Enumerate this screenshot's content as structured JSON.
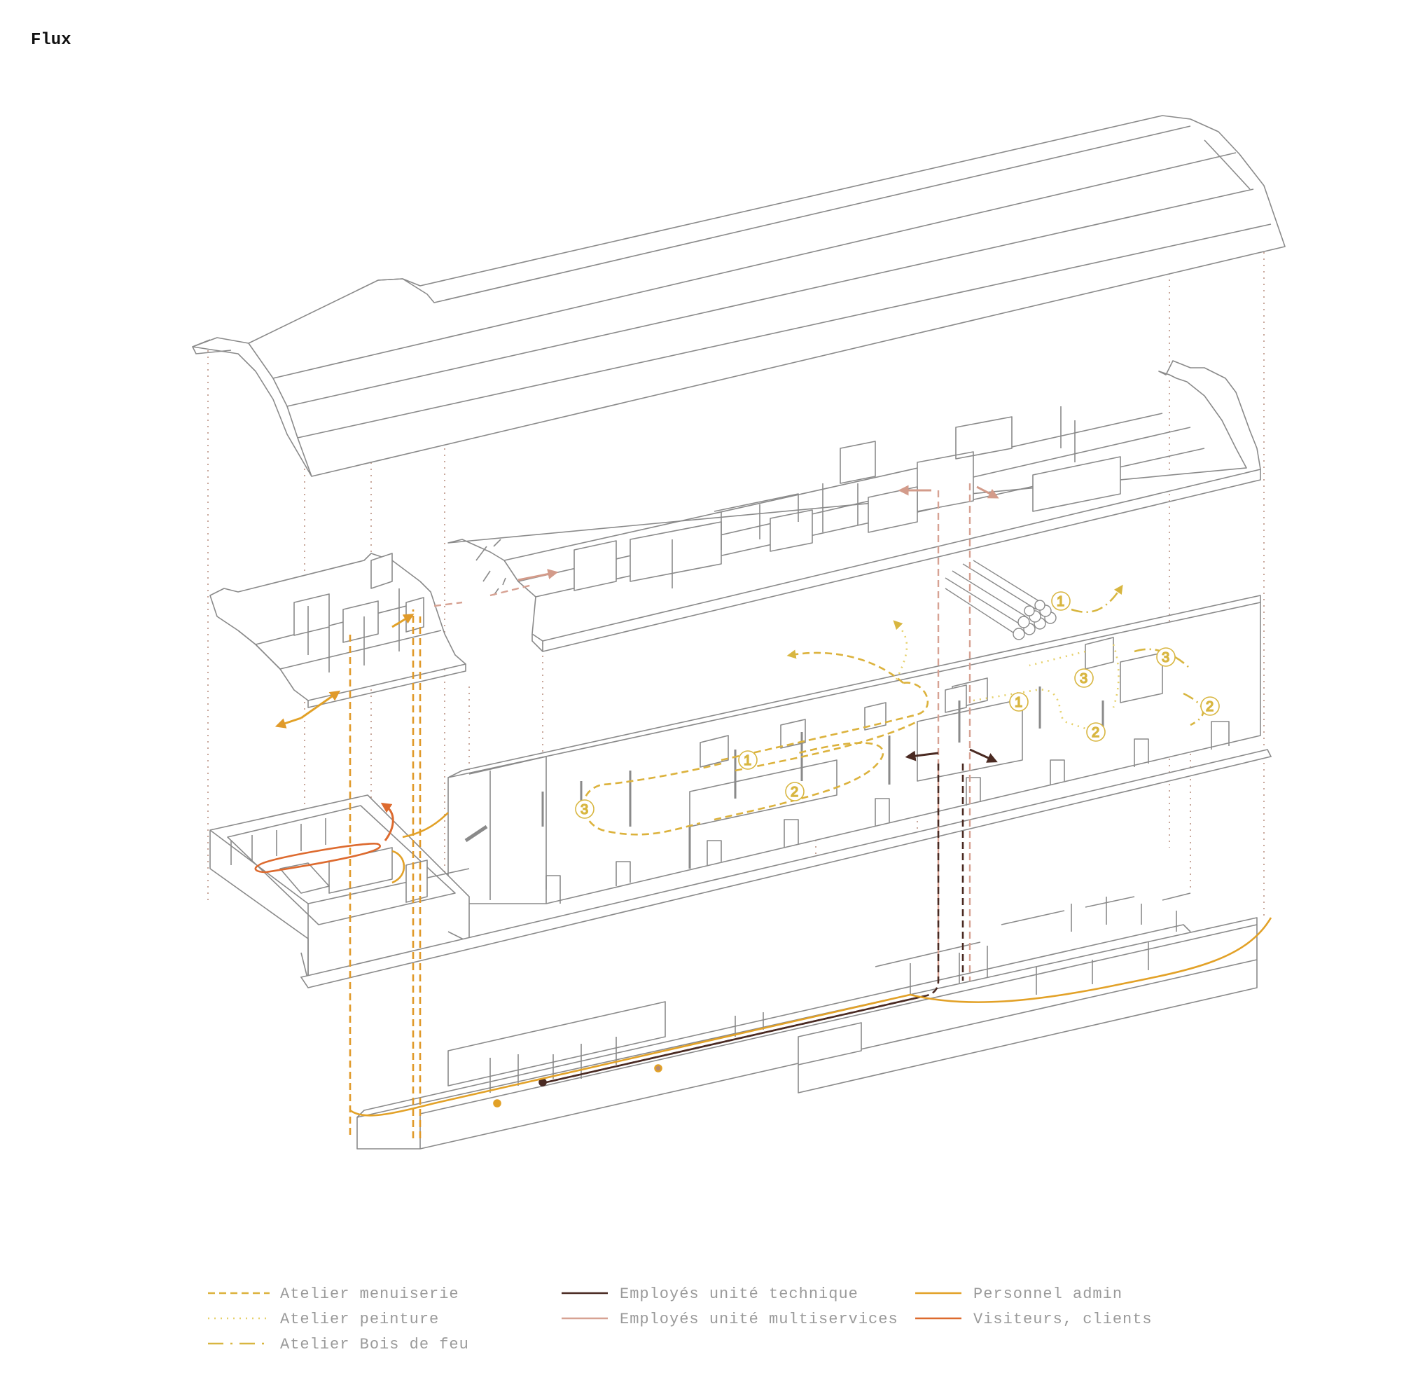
{
  "title": "Flux",
  "markers": [
    "1",
    "2",
    "3"
  ],
  "colors": {
    "outline": "#8a8a8a",
    "menuiserie": "#dcb23c",
    "peinture": "#e6d069",
    "bois_de_feu": "#d8b640",
    "technique": "#4a2a22",
    "multiservices": "#d7a293",
    "admin": "#e2a127",
    "visiteurs": "#dd6a2e"
  },
  "legend": [
    {
      "label": "Atelier menuiserie",
      "style": "dashed",
      "color": "#dcb23c"
    },
    {
      "label": "Atelier peinture",
      "style": "dotted",
      "color": "#e6d069"
    },
    {
      "label": "Atelier Bois de feu",
      "style": "dashdot",
      "color": "#d8b640"
    },
    {
      "label": "Employés unité technique",
      "style": "solid",
      "color": "#4a2a22"
    },
    {
      "label": "Employés unité multiservices",
      "style": "solid",
      "color": "#d7a293"
    },
    {
      "label": "Personnel admin",
      "style": "solid",
      "color": "#e2a127"
    },
    {
      "label": "Visiteurs, clients",
      "style": "solid",
      "color": "#dd6a2e"
    }
  ]
}
